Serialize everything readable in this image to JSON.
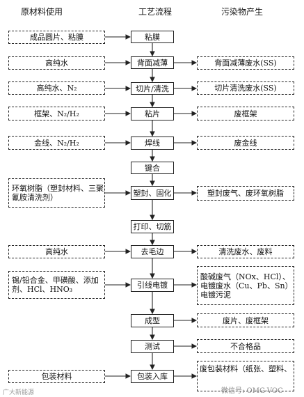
{
  "headers": {
    "materials": "原材料使用",
    "process": "工艺流程",
    "pollution": "污染物产生"
  },
  "rows": [
    {
      "material": "成品圆片、粘膜",
      "process": "粘膜",
      "pollution": ""
    },
    {
      "material": "高纯水",
      "process": "背面减薄",
      "pollution": "背面减薄废水(SS)"
    },
    {
      "material": "高纯水、N₂",
      "process": "切片/清洗",
      "pollution": "切片清洗废水(SS)"
    },
    {
      "material": "框架、N₂/H₂",
      "process": "粘片",
      "pollution": "废框架"
    },
    {
      "material": "金线、N₂/H₂",
      "process": "焊线",
      "pollution": "废金线"
    },
    {
      "material": "",
      "process": "键合",
      "pollution": ""
    },
    {
      "material": "环氧树脂（塑封材料、三聚氰胺清洗剂）",
      "process": "塑封、固化",
      "pollution": "塑封废气、废环氧树脂"
    },
    {
      "material": "",
      "process": "打印、切筋",
      "pollution": ""
    },
    {
      "material": "高纯水",
      "process": "去毛边",
      "pollution": "清洗废水、废料"
    },
    {
      "material": "锡/铅合金、甲磺酸、添加剂、HCl、HNO₃",
      "process": "引线电镀",
      "pollution": "酸碱废气（NOx、HCl）、电镀废水（Cu、Pb、Sn）电镀污泥"
    },
    {
      "material": "",
      "process": "成型",
      "pollution": "废片、废框架"
    },
    {
      "material": "",
      "process": "测试",
      "pollution": "不合格品"
    },
    {
      "material": "包装材料",
      "process": "包装入库",
      "pollution": "废包装材料（纸张、塑料、"
    }
  ],
  "watermark_left": "广大新能源",
  "watermark_right": "微信号: OMG-VOC"
}
